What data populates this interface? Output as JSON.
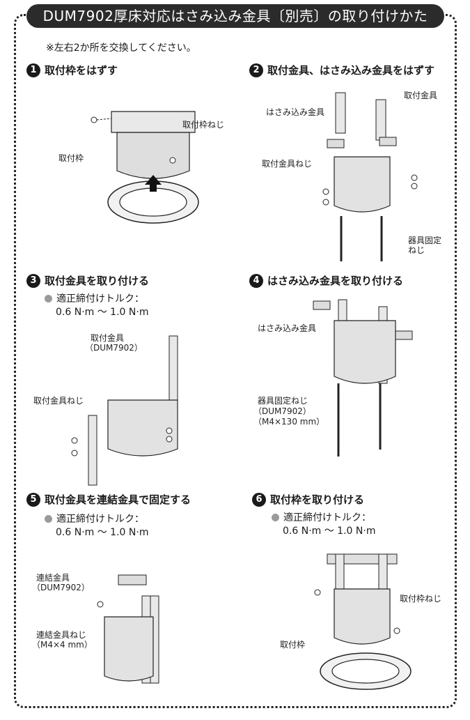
{
  "header": {
    "title": "DUM7902厚床対応はさみ込み金具〔別売〕の取り付けかた"
  },
  "note": "※左右2か所を交換してください。",
  "steps": [
    {
      "num": "1",
      "title": "取付枠をはずす",
      "labels": [
        "取付枠ねじ",
        "取付枠"
      ]
    },
    {
      "num": "2",
      "title": "取付金具、はさみ込み金具をはずす",
      "labels": [
        "取付金具",
        "はさみ込み金具",
        "取付金具ねじ",
        "器具固定",
        "ねじ"
      ]
    },
    {
      "num": "3",
      "title": "取付金具を取り付ける",
      "torque_label": "適正締付けトルク：",
      "torque_value": "0.6 N·m ～ 1.0 N·m",
      "labels": [
        "取付金具",
        "（DUM7902）",
        "取付金具ねじ"
      ]
    },
    {
      "num": "4",
      "title": "はさみ込み金具を取り付ける",
      "labels": [
        "はさみ込み金具",
        "器具固定ねじ",
        "（DUM7902）",
        "（M4×130 mm）"
      ]
    },
    {
      "num": "5",
      "title": "取付金具を連結金具で固定する",
      "torque_label": "適正締付けトルク：",
      "torque_value": "0.6 N·m ～ 1.0 N·m",
      "labels": [
        "連結金具",
        "（DUM7902）",
        "連結金具ねじ",
        "（M4×4 mm）"
      ]
    },
    {
      "num": "6",
      "title": "取付枠を取り付ける",
      "torque_label": "適正締付けトルク：",
      "torque_value": "0.6 N·m ～ 1.0 N·m",
      "labels": [
        "取付枠ねじ",
        "取付枠"
      ]
    }
  ]
}
